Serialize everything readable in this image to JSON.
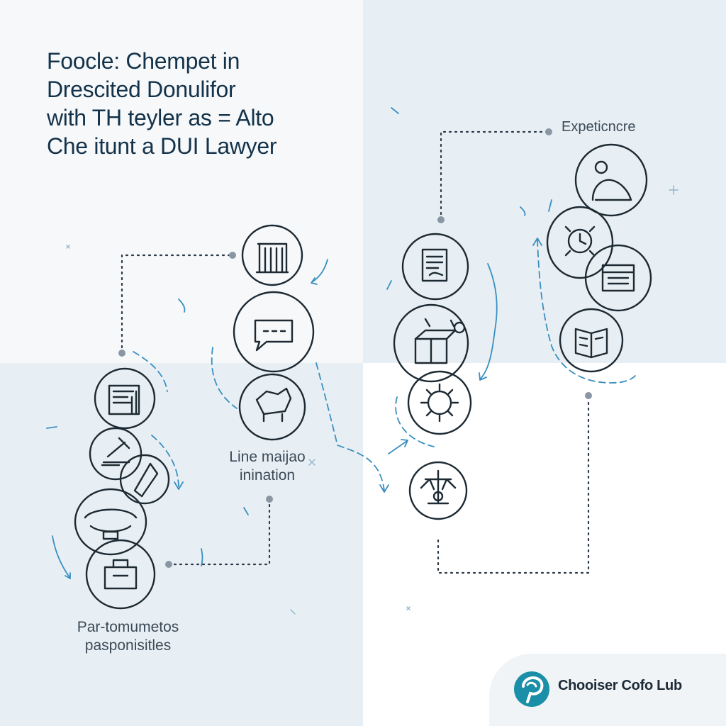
{
  "title": {
    "lines": [
      "Foocle: Chempet in",
      "Drescited Donulifor",
      "with TH teyler as = Alto",
      "Che itunt a DUI Lawyer"
    ]
  },
  "labels": {
    "experience": "Expeticncre",
    "middle": [
      "Line maijao",
      "inination"
    ],
    "bottom": [
      "Par-tomumetos",
      "pasponisitles"
    ]
  },
  "icons": [
    {
      "name": "courthouse-icon"
    },
    {
      "name": "chat-bubble-icon"
    },
    {
      "name": "handshake-icon"
    },
    {
      "name": "document-icon"
    },
    {
      "name": "gavel-icon"
    },
    {
      "name": "scroll-icon"
    },
    {
      "name": "car-crash-icon"
    },
    {
      "name": "briefcase-icon"
    },
    {
      "name": "legal-papers-icon"
    },
    {
      "name": "ballot-box-icon"
    },
    {
      "name": "gear-icon"
    },
    {
      "name": "person-icon"
    },
    {
      "name": "clock-gear-icon"
    },
    {
      "name": "calendar-icon"
    },
    {
      "name": "law-book-icon"
    },
    {
      "name": "scales-icon"
    }
  ],
  "logo": {
    "text": "Chooiser Cofo Lub",
    "icon": "pin-logo-icon",
    "color": "#1b8fa8"
  },
  "colors": {
    "ink": "#1d2a33",
    "accent": "#3a8fc0",
    "node": "#8a96a3",
    "title": "#14334a"
  }
}
